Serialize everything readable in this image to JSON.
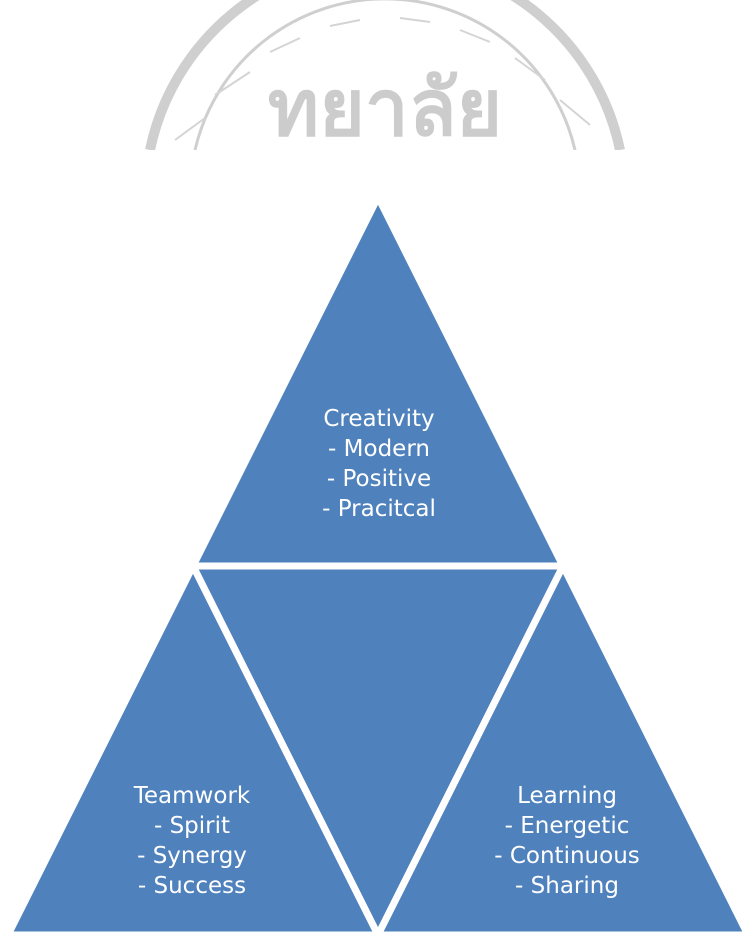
{
  "watermark": {
    "text": "ทยาลัย"
  },
  "colors": {
    "triangle_fill": "#4f81bd",
    "text": "#ffffff",
    "watermark": "#cccccc"
  },
  "pyramid": {
    "top": {
      "title": "Creativity",
      "items": [
        "- Modern",
        "- Positive",
        "- Pracitcal"
      ]
    },
    "left": {
      "title": "Teamwork",
      "items": [
        "- Spirit",
        "- Synergy",
        "- Success"
      ]
    },
    "right": {
      "title": "Learning",
      "items": [
        "- Energetic",
        "- Continuous",
        "- Sharing"
      ]
    }
  }
}
